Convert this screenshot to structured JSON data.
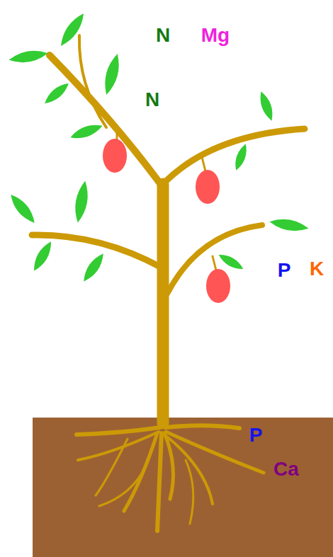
{
  "diagram": {
    "labels": [
      "N",
      "Mg",
      "N",
      "P",
      "K",
      "P",
      "Ca"
    ]
  }
}
